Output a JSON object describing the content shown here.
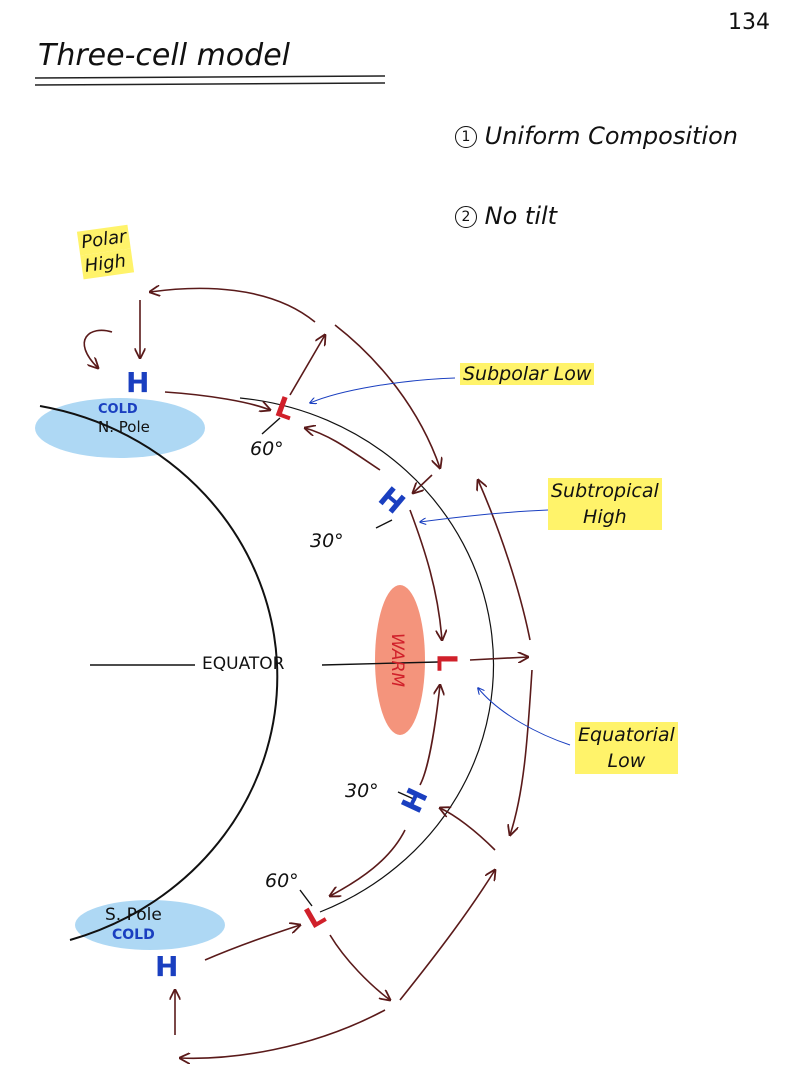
{
  "page_number": "134",
  "title": "Three-cell model",
  "assumptions": [
    {
      "num": "1",
      "text": "Uniform Composition"
    },
    {
      "num": "2",
      "text": "No tilt"
    }
  ],
  "labels": {
    "polar_high": [
      "Polar",
      "High"
    ],
    "subpolar_low": "Subpolar Low",
    "subtropical_high": [
      "Subtropical",
      "High"
    ],
    "equatorial_low": [
      "Equatorial",
      "Low"
    ],
    "equator": "EQUATOR",
    "warm": "WARM",
    "north": {
      "cold": "COLD",
      "pole": "N. Pole"
    },
    "south": {
      "cold": "COLD",
      "pole": "S. Pole"
    },
    "lat_n60": "60°",
    "lat_n30": "30°",
    "lat_s30": "30°",
    "lat_s60": "60°"
  },
  "pressure_symbols": {
    "high": "H",
    "low": "L"
  },
  "colors": {
    "high": "#1a3fc0",
    "low": "#d0202a",
    "arrow": "#5a1a1a",
    "highlight": "#fff36a",
    "cold": "#8cc8f0",
    "warm": "#f07050"
  }
}
